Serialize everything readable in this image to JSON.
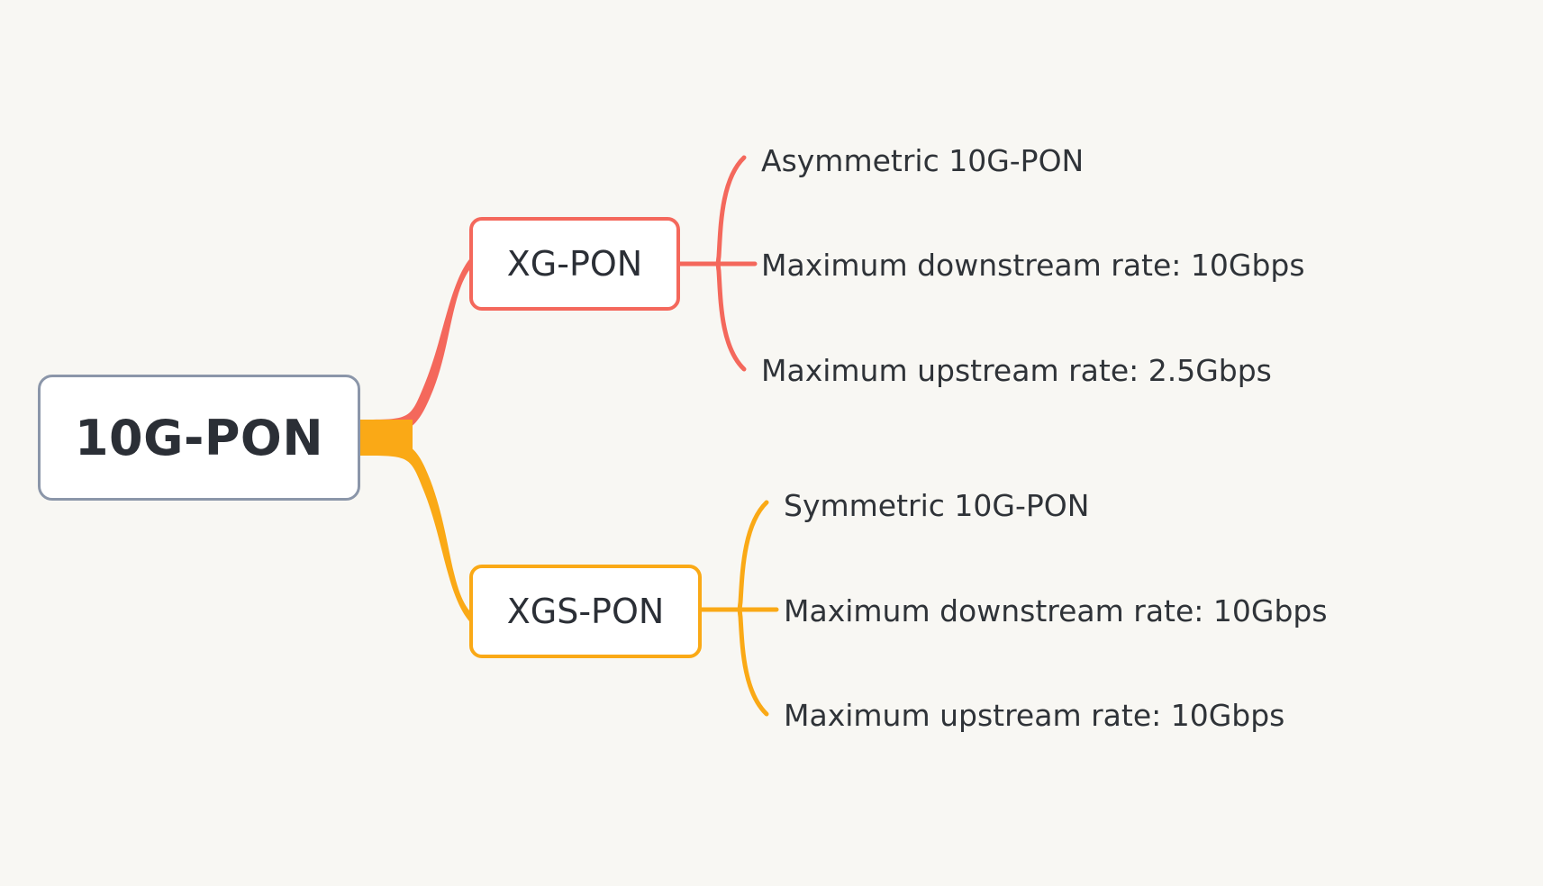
{
  "diagram": {
    "type": "mind-map",
    "title": "10G-PON",
    "background_color": "#f8f7f3",
    "text_color": "#2f3338"
  },
  "root": {
    "label": "10G-PON",
    "border_color": "#8b96a9",
    "fill_color": "#ffffff"
  },
  "branches": [
    {
      "id": "xg-pon",
      "label": "XG-PON",
      "color": "#f4685c",
      "fill_color": "#ffffff",
      "leaves": [
        {
          "label": "Asymmetric 10G-PON"
        },
        {
          "label": "Maximum downstream rate: 10Gbps"
        },
        {
          "label": "Maximum upstream rate: 2.5Gbps"
        }
      ]
    },
    {
      "id": "xgs-pon",
      "label": "XGS-PON",
      "color": "#faa916",
      "fill_color": "#ffffff",
      "leaves": [
        {
          "label": "Symmetric 10G-PON"
        },
        {
          "label": "Maximum downstream rate: 10Gbps"
        },
        {
          "label": "Maximum upstream rate: 10Gbps"
        }
      ]
    }
  ]
}
